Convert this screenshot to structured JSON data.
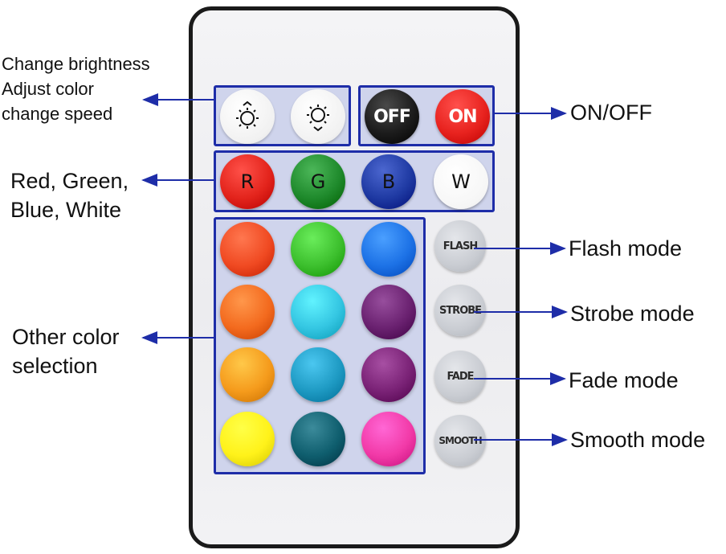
{
  "remote": {
    "brightness_buttons": [
      {
        "icon": "brightness-up-icon"
      },
      {
        "icon": "brightness-down-icon"
      }
    ],
    "power_buttons": [
      {
        "label": "OFF",
        "color": "#1c1c1c"
      },
      {
        "label": "ON",
        "color": "#e8231f"
      }
    ],
    "rgbw_buttons": [
      {
        "label": "R",
        "color": "#e3241c"
      },
      {
        "label": "G",
        "color": "#1f8a2c"
      },
      {
        "label": "B",
        "color": "#1f3aa3"
      },
      {
        "label": "W",
        "color": "#ffffff"
      }
    ],
    "color_grid": [
      "#f04a22",
      "#3dc02e",
      "#1d72e6",
      "#f36a1e",
      "#34c6e2",
      "#6a2170",
      "#f59b1c",
      "#1e9ac3",
      "#7a2276",
      "#fff21a",
      "#0f5e6e",
      "#f23aa8"
    ],
    "mode_buttons": [
      {
        "label": "FLASH"
      },
      {
        "label": "STROBE"
      },
      {
        "label": "FADE"
      },
      {
        "label": "SMOOTH"
      }
    ]
  },
  "annotations": {
    "brightness": [
      "Change brightness",
      "Adjust color",
      "change speed"
    ],
    "onoff": "ON/OFF",
    "rgbw": [
      "Red, Green,",
      "Blue, White"
    ],
    "other_colors": [
      "Other color",
      "selection"
    ],
    "flash": "Flash mode",
    "strobe": "Strobe mode",
    "fade": "Fade mode",
    "smooth": "Smooth mode"
  },
  "colors": {
    "annotation_line": "#1e2da8",
    "group_border": "#1e2da8"
  }
}
